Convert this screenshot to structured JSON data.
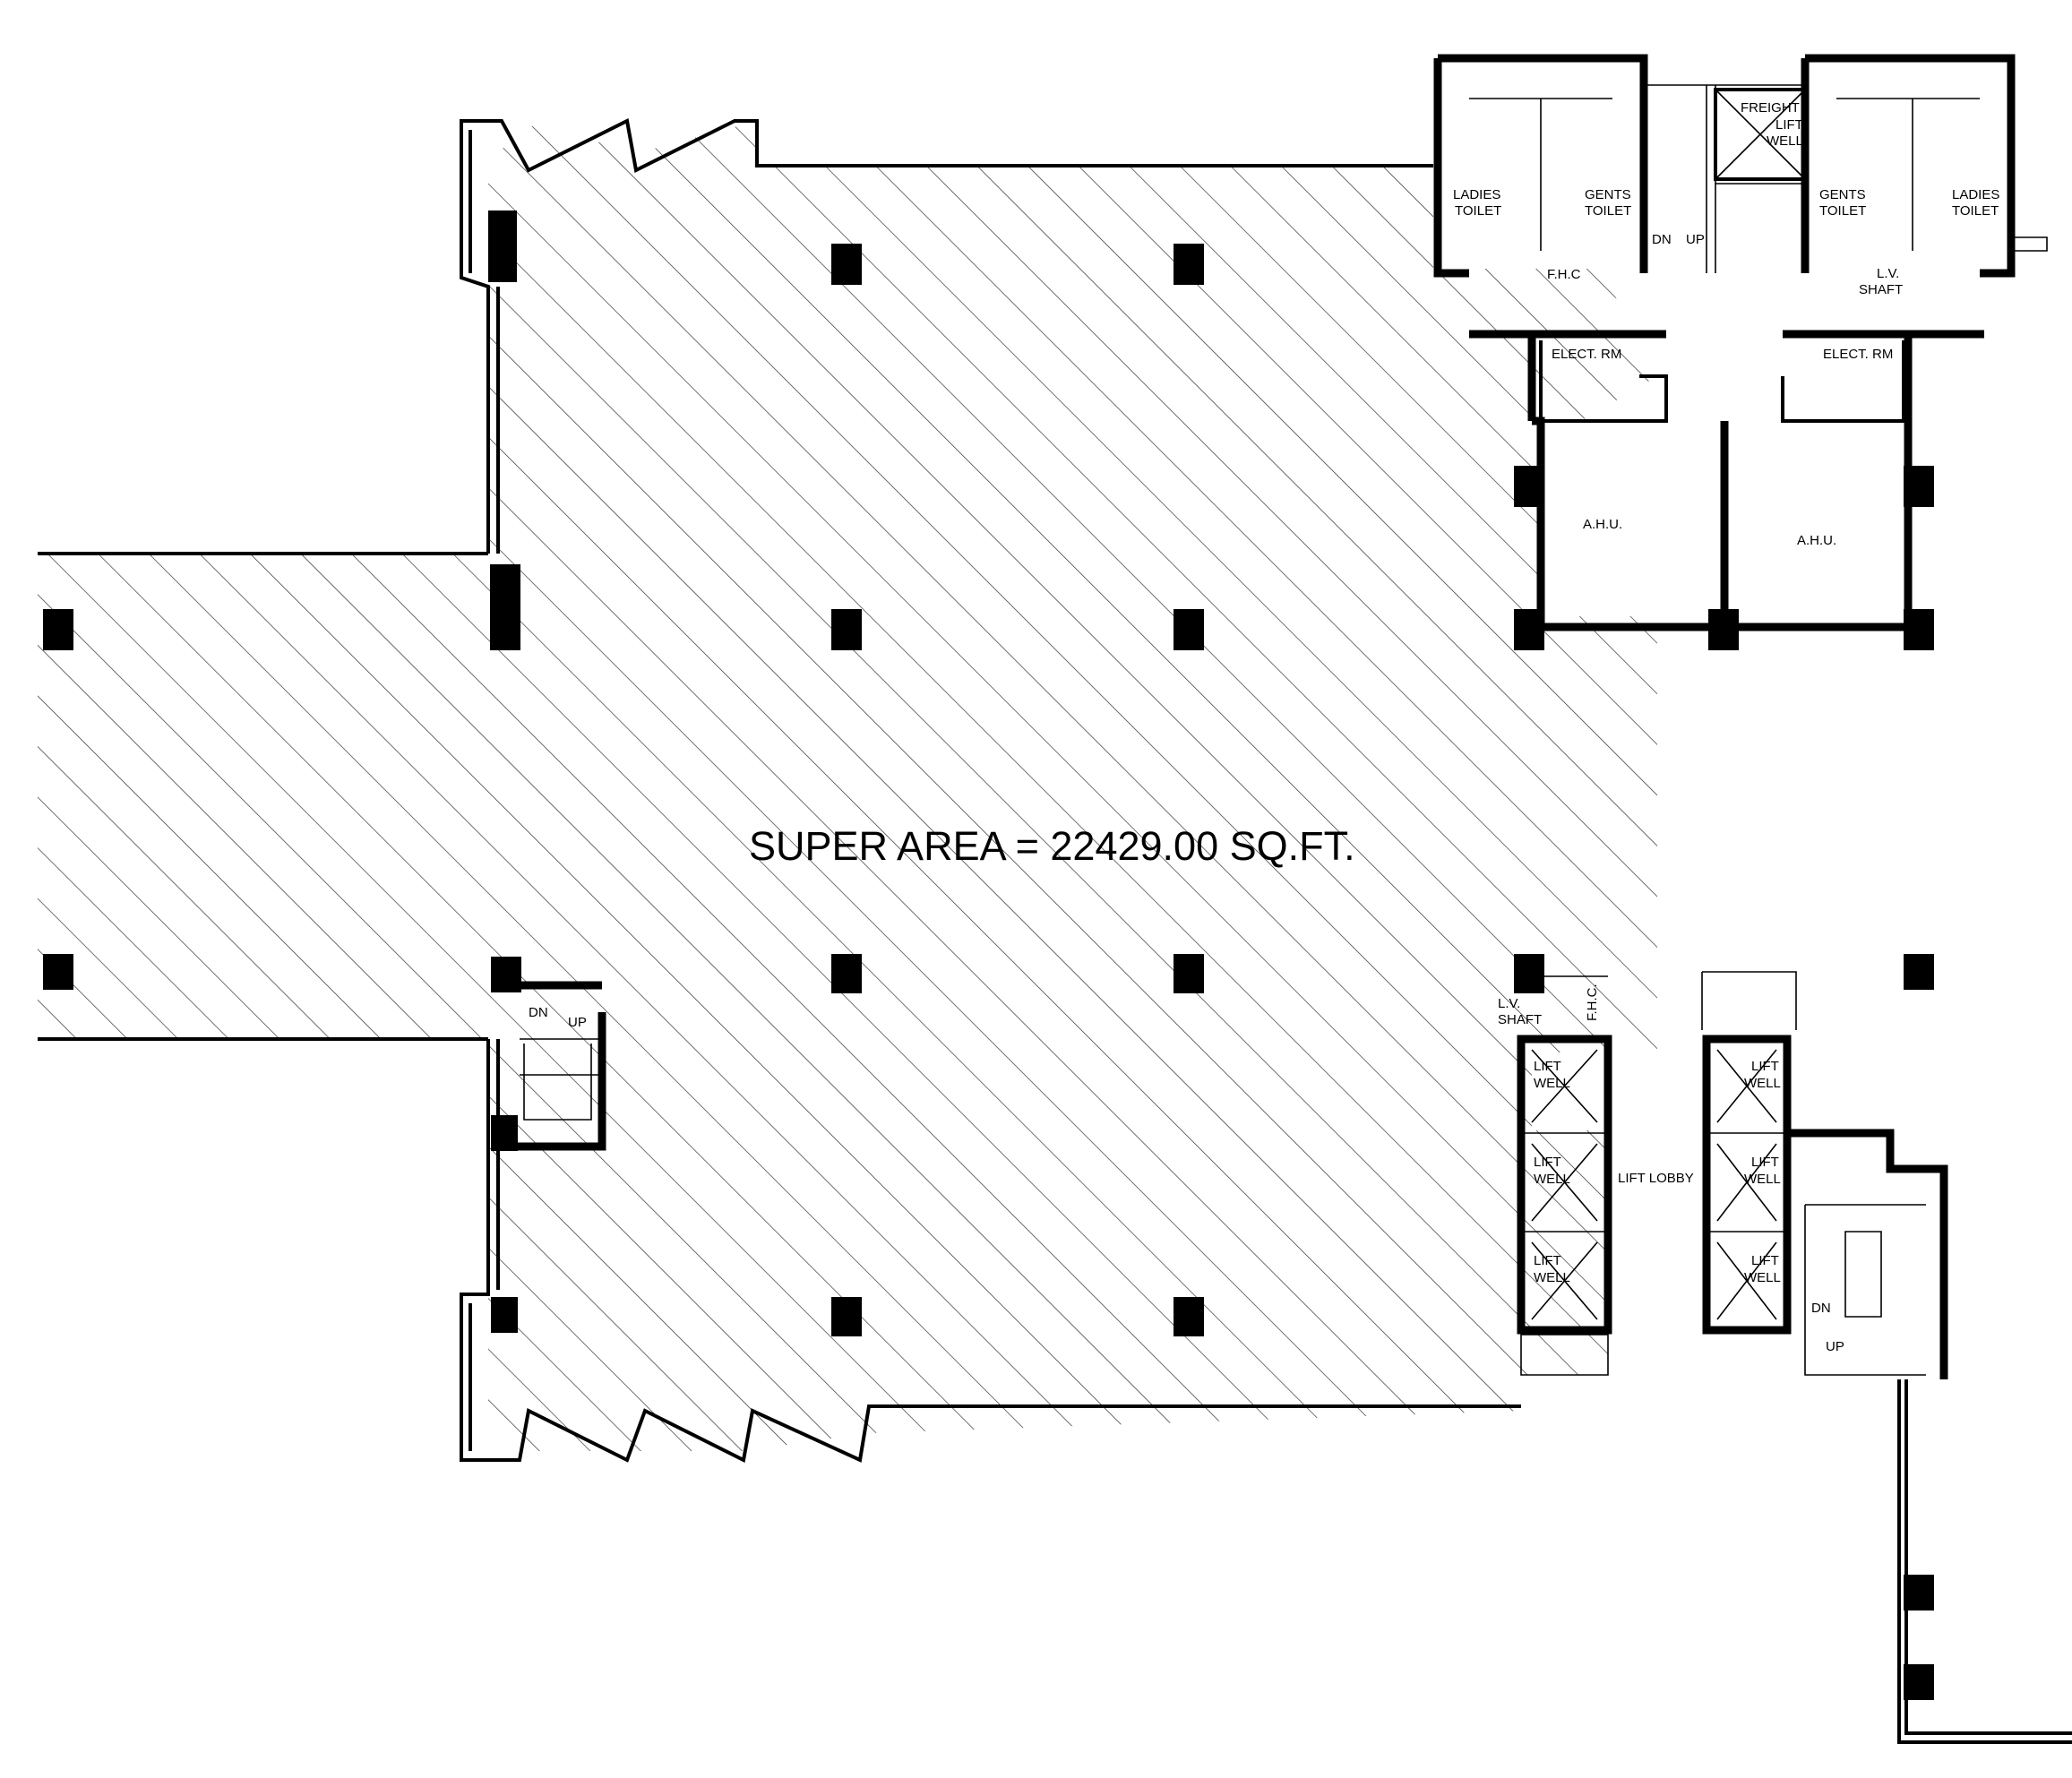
{
  "plan": {
    "super_area": "SUPER AREA = 22429.00 SQ.FT.",
    "rooms": {
      "ladies_toilet_left": [
        "LADIES",
        "TOILET"
      ],
      "gents_toilet_left": [
        "GENTS",
        "TOILET"
      ],
      "gents_toilet_right": [
        "GENTS",
        "TOILET"
      ],
      "ladies_toilet_right": [
        "LADIES",
        "TOILET"
      ],
      "freight_lift_well": [
        "FREIGHT",
        "LIFT",
        "WELL"
      ],
      "fhc_top": "F.H.C",
      "lv_shaft_top": [
        "L.V.",
        "SHAFT"
      ],
      "elect_rm_left": "ELECT. RM",
      "elect_rm_right": "ELECT. RM",
      "ahu_left": "A.H.U.",
      "ahu_right": "A.H.U.",
      "lv_shaft_bottom": [
        "L.V.",
        "SHAFT"
      ],
      "fhc_bottom": "F.H.C.",
      "lift_well": [
        "LIFT",
        "WELL"
      ],
      "lift_lobby": "LIFT LOBBY",
      "stair_dn": "DN",
      "stair_up": "UP"
    }
  }
}
